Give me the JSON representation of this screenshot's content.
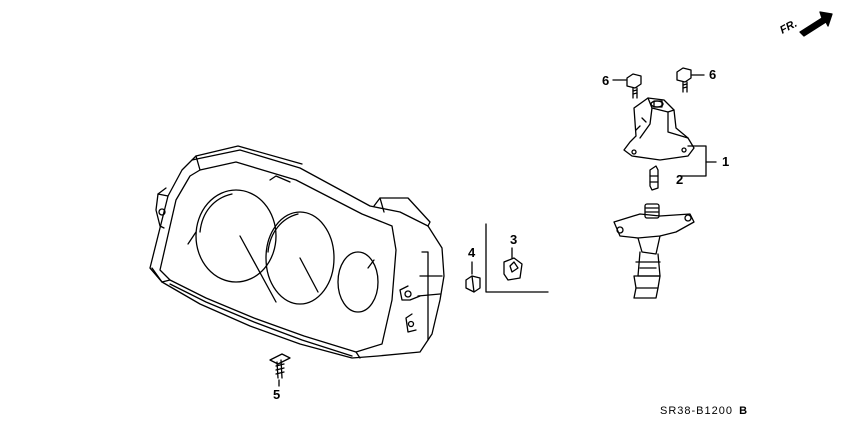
{
  "callouts": {
    "c1": "1",
    "c2": "2",
    "c3": "3",
    "c4": "4",
    "c5": "5",
    "c6a": "6",
    "c6b": "6"
  },
  "direction_label": "FR.",
  "drawing_code": "SR38-B1200",
  "drawing_code_suffix": "B",
  "colors": {
    "line": "#000000",
    "background": "#ffffff"
  }
}
